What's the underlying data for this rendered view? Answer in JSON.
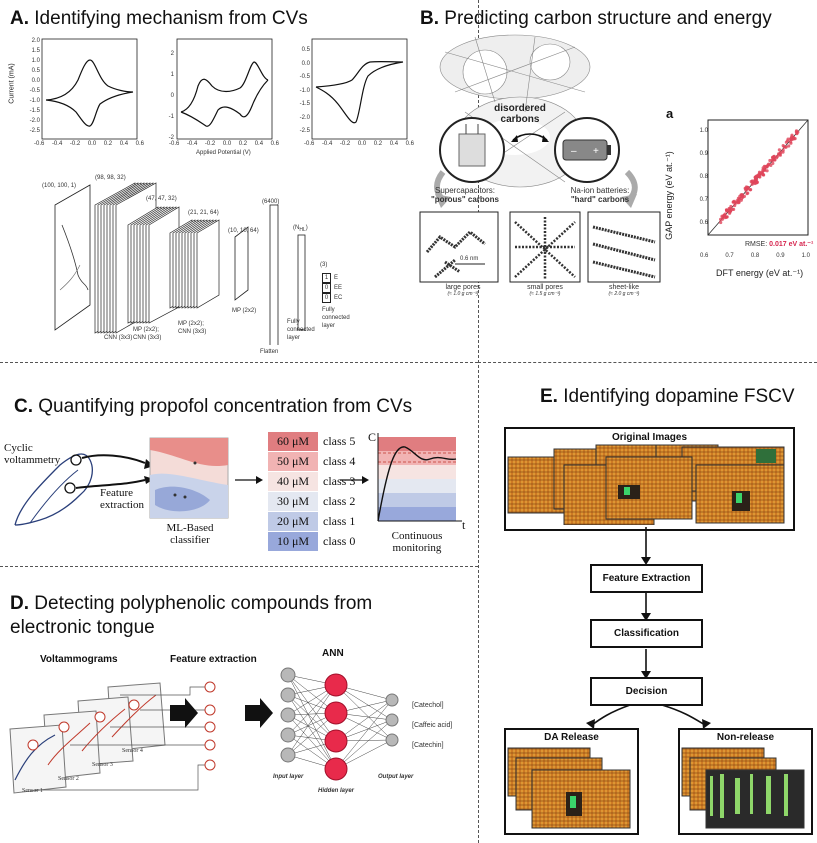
{
  "panelA": {
    "letter": "A.",
    "title": "Identifying mechanism from CVs",
    "ylabel": "Current (mA)",
    "xlabel": "Applied Potential (V)",
    "yticks1": [
      "2.0",
      "1.5",
      "1.0",
      "0.5",
      "0.0",
      "-0.5",
      "-1.0",
      "-1.5",
      "-2.0",
      "-2.5"
    ],
    "yticks2": [
      "2",
      "1",
      "0",
      "-1",
      "-2"
    ],
    "yticks3": [
      "0.5",
      "0.0",
      "-0.5",
      "-1.0",
      "-1.5",
      "-2.0",
      "-2.5"
    ],
    "xticks": [
      "-0.6",
      "-0.4",
      "-0.2",
      "0.0",
      "0.2",
      "0.4",
      "0.6"
    ],
    "layers": {
      "in": "(100, 100, 1)",
      "c1": "(98, 98, 32)",
      "c2": "(47, 47, 32)",
      "c3": "(21, 21, 64)",
      "c4": "(10, 10, 64)",
      "flat": "(6400)",
      "nhl": "(N",
      "nhl_sub": "HL",
      "out": "(3)"
    },
    "ops": {
      "cnn": "CNN (3x3)",
      "mp1a": "MP (2x2);",
      "mp1b": "CNN (3x3)",
      "mp2a": "MP (2x2);",
      "mp2b": "CNN (3x3)",
      "mp3": "MP (2x2)",
      "flatten": "Flatten",
      "fc1a": "Fully",
      "fc1b": "connected",
      "fc1c": "layer",
      "fc2a": "Fully",
      "fc2b": "connected",
      "fc2c": "layer"
    },
    "outputs": [
      {
        "bit": "1",
        "label": "E"
      },
      {
        "bit": "0",
        "label": "EE"
      },
      {
        "bit": "0",
        "label": "EC"
      }
    ]
  },
  "panelB": {
    "letter": "B.",
    "title": "Predicting carbon structure and energy",
    "center_label_1": "disordered",
    "center_label_2": "carbons",
    "left_caption_1": "Supercapacitors:",
    "left_caption_2": "\"porous\" carbons",
    "right_caption_1": "Na-ion batteries:",
    "right_caption_2": "\"hard\" carbons",
    "scale": "0.6 nm",
    "structures": [
      {
        "name": "large pores",
        "density": "(≈ 1.0 g cm⁻³)"
      },
      {
        "name": "small pores",
        "density": "(≈ 1.5 g cm⁻³)"
      },
      {
        "name": "sheet-like",
        "density": "(≈ 2.0 g cm⁻³)"
      }
    ],
    "plot": {
      "tag": "a",
      "ylabel": "GAP energy (eV at.⁻¹)",
      "xlabel": "DFT energy (eV at.⁻¹)",
      "rmse_label": "RMSE:",
      "rmse_value": "0.017 eV at.⁻¹",
      "xticks": [
        "0.6",
        "0.7",
        "0.8",
        "0.9",
        "1.0"
      ],
      "yticks": [
        "0.6",
        "0.7",
        "0.8",
        "0.9",
        "1.0"
      ]
    }
  },
  "panelC": {
    "letter": "C.",
    "title": "Quantifying propofol concentration from CVs",
    "cyclic_1": "Cyclic",
    "cyclic_2": "voltammetry",
    "feature_1": "Feature",
    "feature_2": "extraction",
    "ml_1": "ML-Based",
    "ml_2": "classifier",
    "classes": [
      {
        "conc": "60 μM",
        "label": "class 5",
        "color": "#e07d80"
      },
      {
        "conc": "50 μM",
        "label": "class 4",
        "color": "#f1b3b3"
      },
      {
        "conc": "40 μM",
        "label": "class 3",
        "color": "#f6e4e2"
      },
      {
        "conc": "30 μM",
        "label": "class 2",
        "color": "#e4e8f1"
      },
      {
        "conc": "20 μM",
        "label": "class 1",
        "color": "#bfcae6"
      },
      {
        "conc": "10 μM",
        "label": "class 0",
        "color": "#98a8db"
      }
    ],
    "axis_c": "C",
    "axis_t": "t",
    "monitor_1": "Continuous",
    "monitor_2": "monitoring"
  },
  "panelD": {
    "letter": "D.",
    "title_1": "Detecting polyphenolic compounds from",
    "title_2": "electronic tongue",
    "voltammograms": "Voltammograms",
    "feature": "Feature extraction",
    "ann": "ANN",
    "sensors": [
      "Sensor 1",
      "Sensor 2",
      "Sensor 3",
      "Sensor 4"
    ],
    "input_layer": "Input layer",
    "hidden_layer": "Hidden layer",
    "output_layer": "Output layer",
    "outputs": [
      "[Catechol]",
      "[Caffeic acid]",
      "[Catechin]"
    ]
  },
  "panelE": {
    "letter": "E.",
    "title": "Identifying dopamine FSCV",
    "original": "Original Images",
    "feature": "Feature Extraction",
    "classification": "Classification",
    "decision": "Decision",
    "release": "DA Release",
    "nonrelease": "Non-release"
  }
}
